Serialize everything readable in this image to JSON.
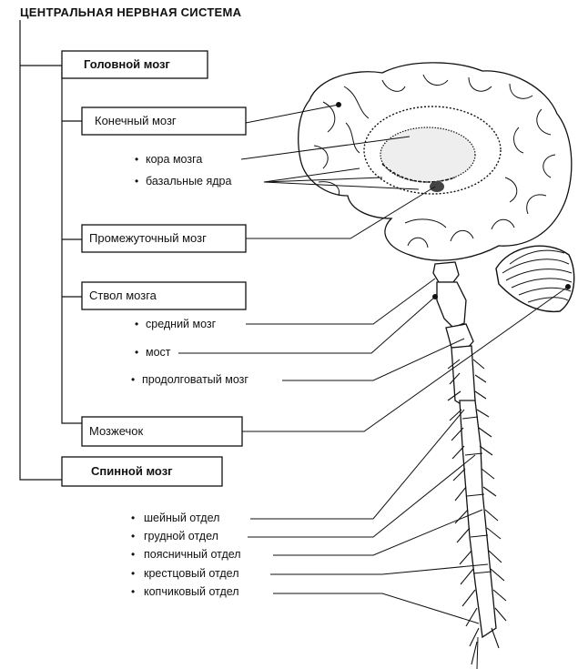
{
  "title": "ЦЕНТРАЛЬНАЯ НЕРВНАЯ СИСТЕМА",
  "nodes": {
    "golovnoy": "Головной мозг",
    "konechny": "Конечный мозг",
    "promezhutochny": "Промежуточный мозг",
    "stvol": "Ствол мозга",
    "mozzhechok": "Мозжечок",
    "spinnoy": "Спинной мозг"
  },
  "konechny_parts": [
    "кора мозга",
    "базальные ядра"
  ],
  "stvol_parts": [
    "средний мозг",
    "мост",
    "продолговатый мозг"
  ],
  "spinnoy_parts": [
    "шейный отдел",
    "грудной отдел",
    "поясничный отдел",
    "крестцовый отдел",
    "копчиковый отдел"
  ],
  "bullet_symbol": "•"
}
